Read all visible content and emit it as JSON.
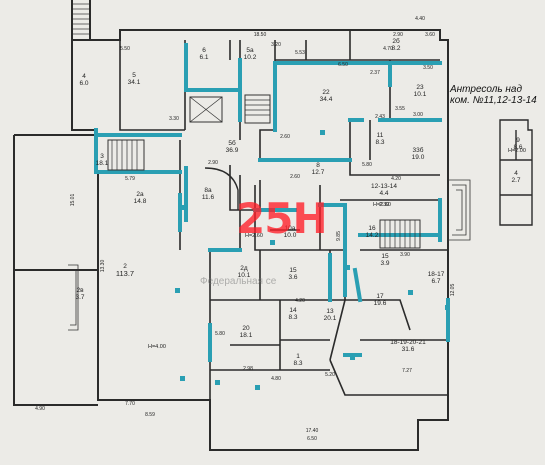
{
  "caption": {
    "line1": "Антресоль над",
    "line2": "ком. №11,12-13-14"
  },
  "watermark": {
    "logo": "25H",
    "text": "Федеральная се"
  },
  "colors": {
    "highlight": "#2a9fb3",
    "wall": "#2b2b2b",
    "paper": "#ecebe7",
    "watermark": "#ff1e28"
  },
  "rooms": [
    {
      "id": "room-3",
      "num": "3",
      "area": "18.1"
    },
    {
      "id": "room-4",
      "num": "4",
      "area": "6.0"
    },
    {
      "id": "room-5",
      "num": "5",
      "area": "34.1"
    },
    {
      "id": "room-6",
      "num": "6",
      "area": "6.1"
    },
    {
      "id": "room-5a",
      "num": "5a",
      "area": "10.2"
    },
    {
      "id": "room-2b",
      "num": "2б",
      "area": "8.2"
    },
    {
      "id": "room-22",
      "num": "22",
      "area": "34.4"
    },
    {
      "id": "room-23",
      "num": "23",
      "area": "10.1"
    },
    {
      "id": "room-5b",
      "num": "5б",
      "area": "36.9"
    },
    {
      "id": "room-11",
      "num": "11",
      "area": "8.3"
    },
    {
      "id": "room-33b",
      "num": "33б",
      "area": "19.0"
    },
    {
      "id": "room-8",
      "num": "8",
      "area": "12.7"
    },
    {
      "id": "room-12-13-14",
      "num": "12-13-14",
      "area": "4.4"
    },
    {
      "id": "room-2a",
      "num": "2a",
      "area": "14.8"
    },
    {
      "id": "room-8a",
      "num": "8a",
      "area": "11.6"
    },
    {
      "id": "room-2",
      "num": "2",
      "area": "113.7"
    },
    {
      "id": "room-10a",
      "num": "10a",
      "area": "10.0"
    },
    {
      "id": "room-16",
      "num": "16",
      "area": "14.2"
    },
    {
      "id": "room-15",
      "num": "15",
      "area": "3.9"
    },
    {
      "id": "room-18-17",
      "num": "18-17",
      "area": "6.7"
    },
    {
      "id": "room-2d",
      "num": "2д",
      "area": "10.1"
    },
    {
      "id": "room-15b",
      "num": "15",
      "area": "3.6"
    },
    {
      "id": "room-2v",
      "num": "2в",
      "area": "3.7"
    },
    {
      "id": "room-17",
      "num": "17",
      "area": "19.6"
    },
    {
      "id": "room-14",
      "num": "14",
      "area": "8.3"
    },
    {
      "id": "room-13",
      "num": "13",
      "area": "20.1"
    },
    {
      "id": "room-20",
      "num": "20",
      "area": "18.1"
    },
    {
      "id": "room-1",
      "num": "1",
      "area": "8.3"
    },
    {
      "id": "room-18-21",
      "num": "18-19-20-21",
      "area": "31.6"
    },
    {
      "id": "room-9",
      "num": "9",
      "area": "8.6"
    },
    {
      "id": "room-4s",
      "num": "4",
      "area": "2.7"
    }
  ],
  "dimensions": [
    "5.50",
    "2.90",
    "3.60",
    "6.50",
    "18.50",
    "3.20",
    "2.37",
    "4.40",
    "5.53",
    "3.50",
    "4.70",
    "5.79",
    "2.90",
    "3.30",
    "2.43",
    "3.00",
    "2.60",
    "5.80",
    "4.20",
    "13.30",
    "7.70",
    "4.90",
    "5.20",
    "3.90",
    "6.50",
    "17.40",
    "7.27",
    "2.98",
    "8.59",
    "3.55",
    "2.30",
    "4.80",
    "5.80",
    "2.60",
    "4.20",
    "15.01",
    "12.05",
    "9.85"
  ],
  "height_labels": [
    "H=4.00",
    "H=2.60",
    "H=2.60",
    "H=2.00"
  ]
}
